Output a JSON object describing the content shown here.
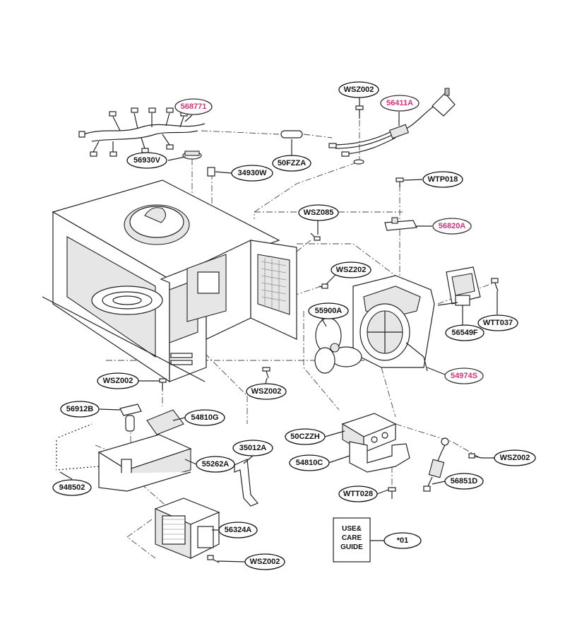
{
  "labels": {
    "p568771": "568771",
    "p56930V": "56930V",
    "p34930W": "34930W",
    "pWSZ002_top": "WSZ002",
    "p56411A": "56411A",
    "p50FZZA": "50FZZA",
    "pWTP018": "WTP018",
    "pWSZ085": "WSZ085",
    "p56820A": "56820A",
    "pWSZ202": "WSZ202",
    "p55900A": "55900A",
    "pWTT037": "WTT037",
    "p56549F": "56549F",
    "p54974S": "54974S",
    "pWSZ002_left": "WSZ002",
    "pWSZ002_mid": "WSZ002",
    "p56912B": "56912B",
    "p54810G": "54810G",
    "p35012A": "35012A",
    "p55262A": "55262A",
    "p948502": "948502",
    "p56324A": "56324A",
    "pWSZ002_bottom": "WSZ002",
    "p50CZZH": "50CZZH",
    "p54810C": "54810C",
    "pWSZ002_right": "WSZ002",
    "p56851D": "56851D",
    "pWTT028": "WTT028",
    "p01": "*01"
  },
  "guide_book": {
    "line1": "USE&",
    "line2": "CARE",
    "line3": "GUIDE"
  },
  "colors": {
    "highlight": "#d8327a",
    "ink": "#111111"
  }
}
